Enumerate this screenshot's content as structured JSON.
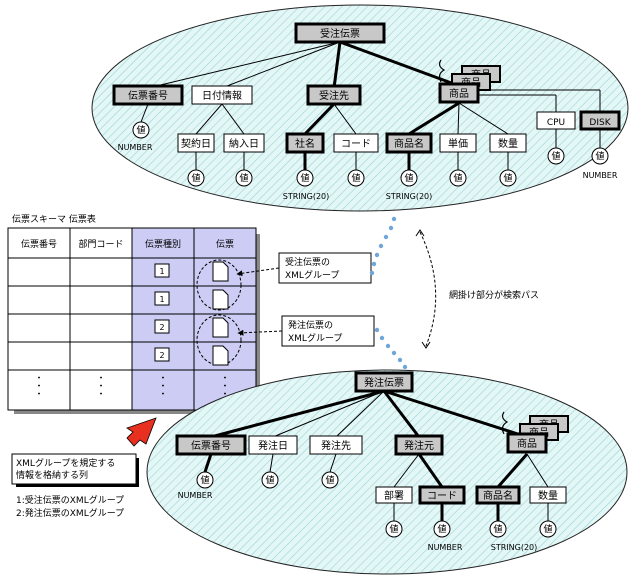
{
  "top_tree": {
    "root": "受注伝票",
    "level1": {
      "slip_no": "伝票番号",
      "date_info": "日付情報",
      "customer": "受注先",
      "product": "商品"
    },
    "stack_labels": [
      "商品",
      "商品"
    ],
    "level2": {
      "contract_date": "契約日",
      "delivery_date": "納入日",
      "company_name": "社名",
      "code": "コード",
      "product_name": "商品名",
      "unit_price": "単価",
      "quantity": "数量",
      "cpu": "CPU",
      "disk": "DISK"
    },
    "value_label": "値",
    "types": {
      "number_a": "NUMBER",
      "string_a": "STRING(20)",
      "string_b": "STRING(20)",
      "number_b": "NUMBER"
    }
  },
  "table": {
    "caption": "伝票スキーマ 伝票表",
    "headers": [
      "伝票番号",
      "部門コード",
      "伝票種別",
      "伝票"
    ],
    "slip_types": [
      "1",
      "1",
      "2",
      "2"
    ],
    "ellipsis": "・\n・\n・"
  },
  "callouts": {
    "order_group": [
      "受注伝票の",
      "XMLグループ"
    ],
    "purchase_group": [
      "発注伝票の",
      "XMLグループ"
    ],
    "search_path": "網掛け部分が検索パス"
  },
  "note": {
    "box": [
      "XMLグループを規定する",
      "情報を格納する列"
    ],
    "legend": [
      "1:受注伝票のXMLグループ",
      "2:発注伝票のXMLグループ"
    ]
  },
  "bottom_tree": {
    "root": "発注伝票",
    "level1": {
      "slip_no": "伝票番号",
      "order_date": "発注日",
      "supplier": "発注先",
      "origin": "発注元",
      "product": "商品"
    },
    "stack_labels": [
      "商品",
      "商品"
    ],
    "level2": {
      "dept": "部署",
      "code": "コード",
      "product_name": "商品名",
      "quantity": "数量"
    },
    "value_label": "値",
    "types": {
      "number_a": "NUMBER",
      "number_b": "NUMBER",
      "string_a": "STRING(20)"
    }
  },
  "colors": {
    "ellipse_fill": "#e4f7f7",
    "hatch": "#9cd3d3",
    "shaded": "#c8c8c8",
    "column_fill": "#ccccf4",
    "arrow_red": "#e83020",
    "dots": "#6fa6d8"
  }
}
